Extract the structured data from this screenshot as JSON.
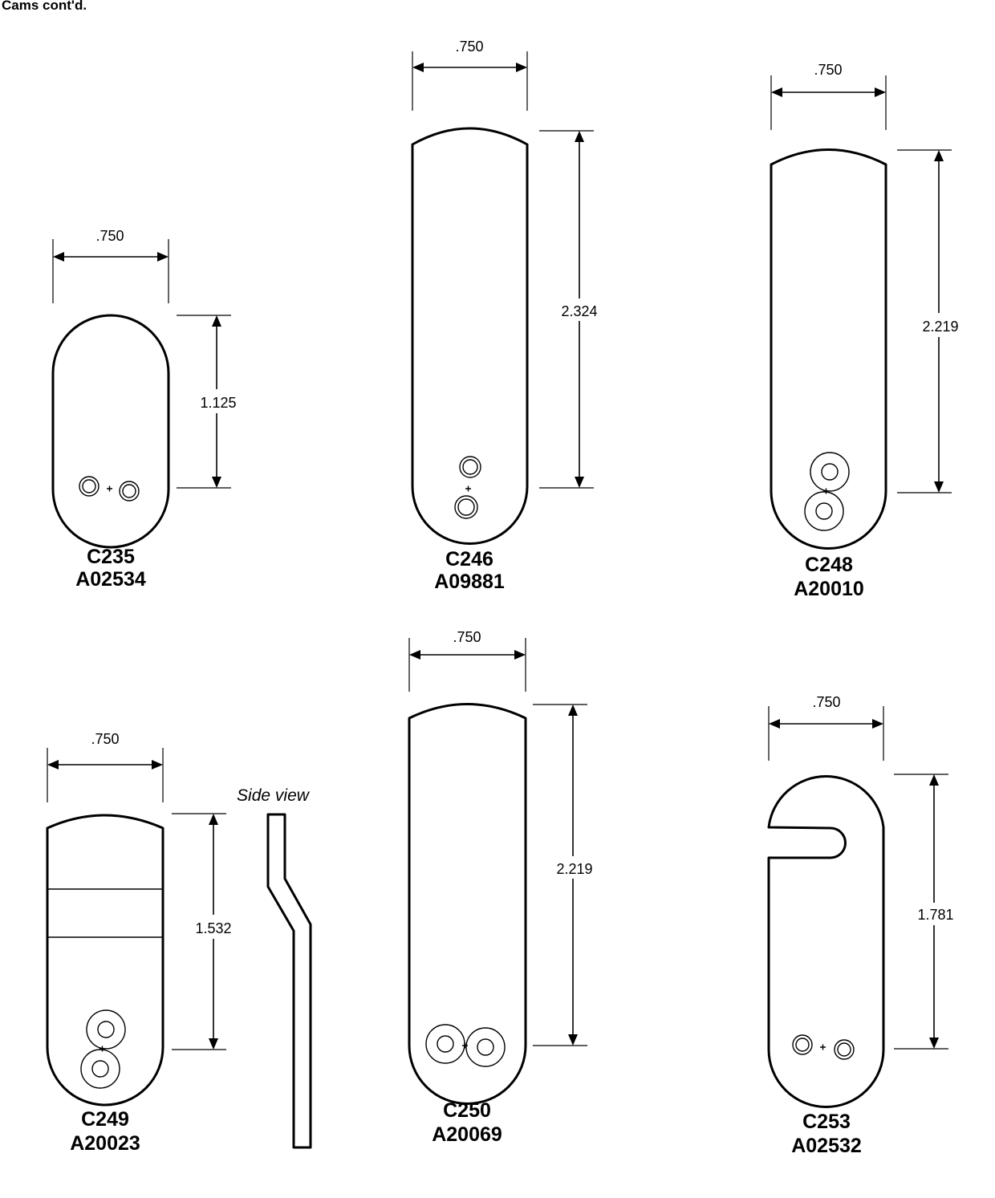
{
  "header": "Cams cont'd.",
  "side_view_label": "Side view",
  "cams": [
    {
      "part": "C235",
      "number": "A02534",
      "width": ".750",
      "height": "1.125"
    },
    {
      "part": "C246",
      "number": "A09881",
      "width": ".750",
      "height": "2.324"
    },
    {
      "part": "C248",
      "number": "A20010",
      "width": ".750",
      "height": "2.219"
    },
    {
      "part": "C249",
      "number": "A20023",
      "width": ".750",
      "height": "1.532"
    },
    {
      "part": "C250",
      "number": "A20069",
      "width": ".750",
      "height": "2.219"
    },
    {
      "part": "C253",
      "number": "A02532",
      "width": ".750",
      "height": "1.781"
    }
  ]
}
